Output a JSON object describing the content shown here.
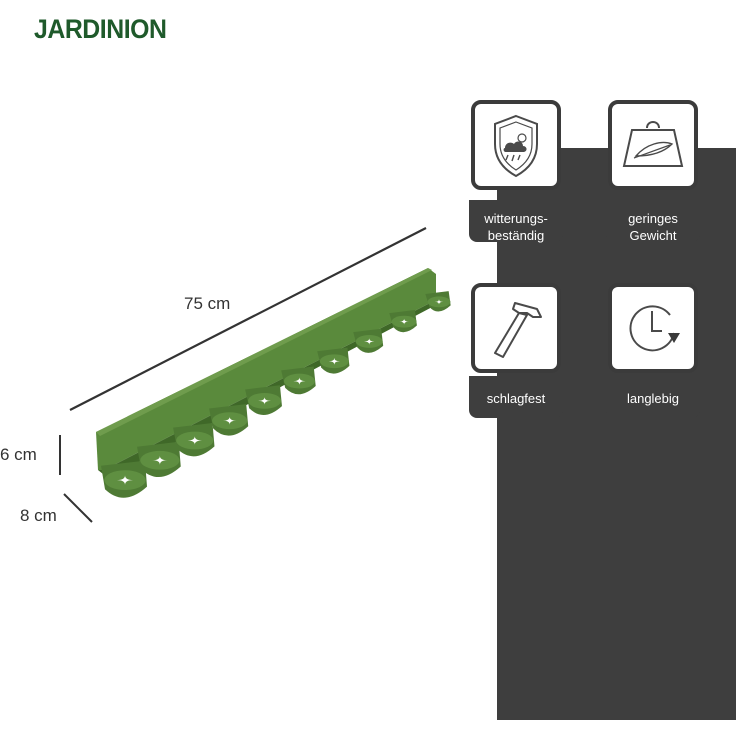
{
  "brand": {
    "name": "JARDINION"
  },
  "dimensions": {
    "length": "75 cm",
    "height": "6 cm",
    "depth": "8 cm"
  },
  "features": [
    {
      "label_line1": "witterungs-",
      "label_line2": "beständig",
      "icon": "weather-shield-icon"
    },
    {
      "label_line1": "geringes",
      "label_line2": "Gewicht",
      "icon": "feather-weight-icon"
    },
    {
      "label_line1": "schlagfest",
      "label_line2": "",
      "icon": "hammer-icon"
    },
    {
      "label_line1": "langlebig",
      "label_line2": "",
      "icon": "clock-icon"
    }
  ],
  "colors": {
    "brand_green": "#1f5a2b",
    "product_green": "#4e7a34",
    "panel_dark": "#3e3e3e"
  }
}
